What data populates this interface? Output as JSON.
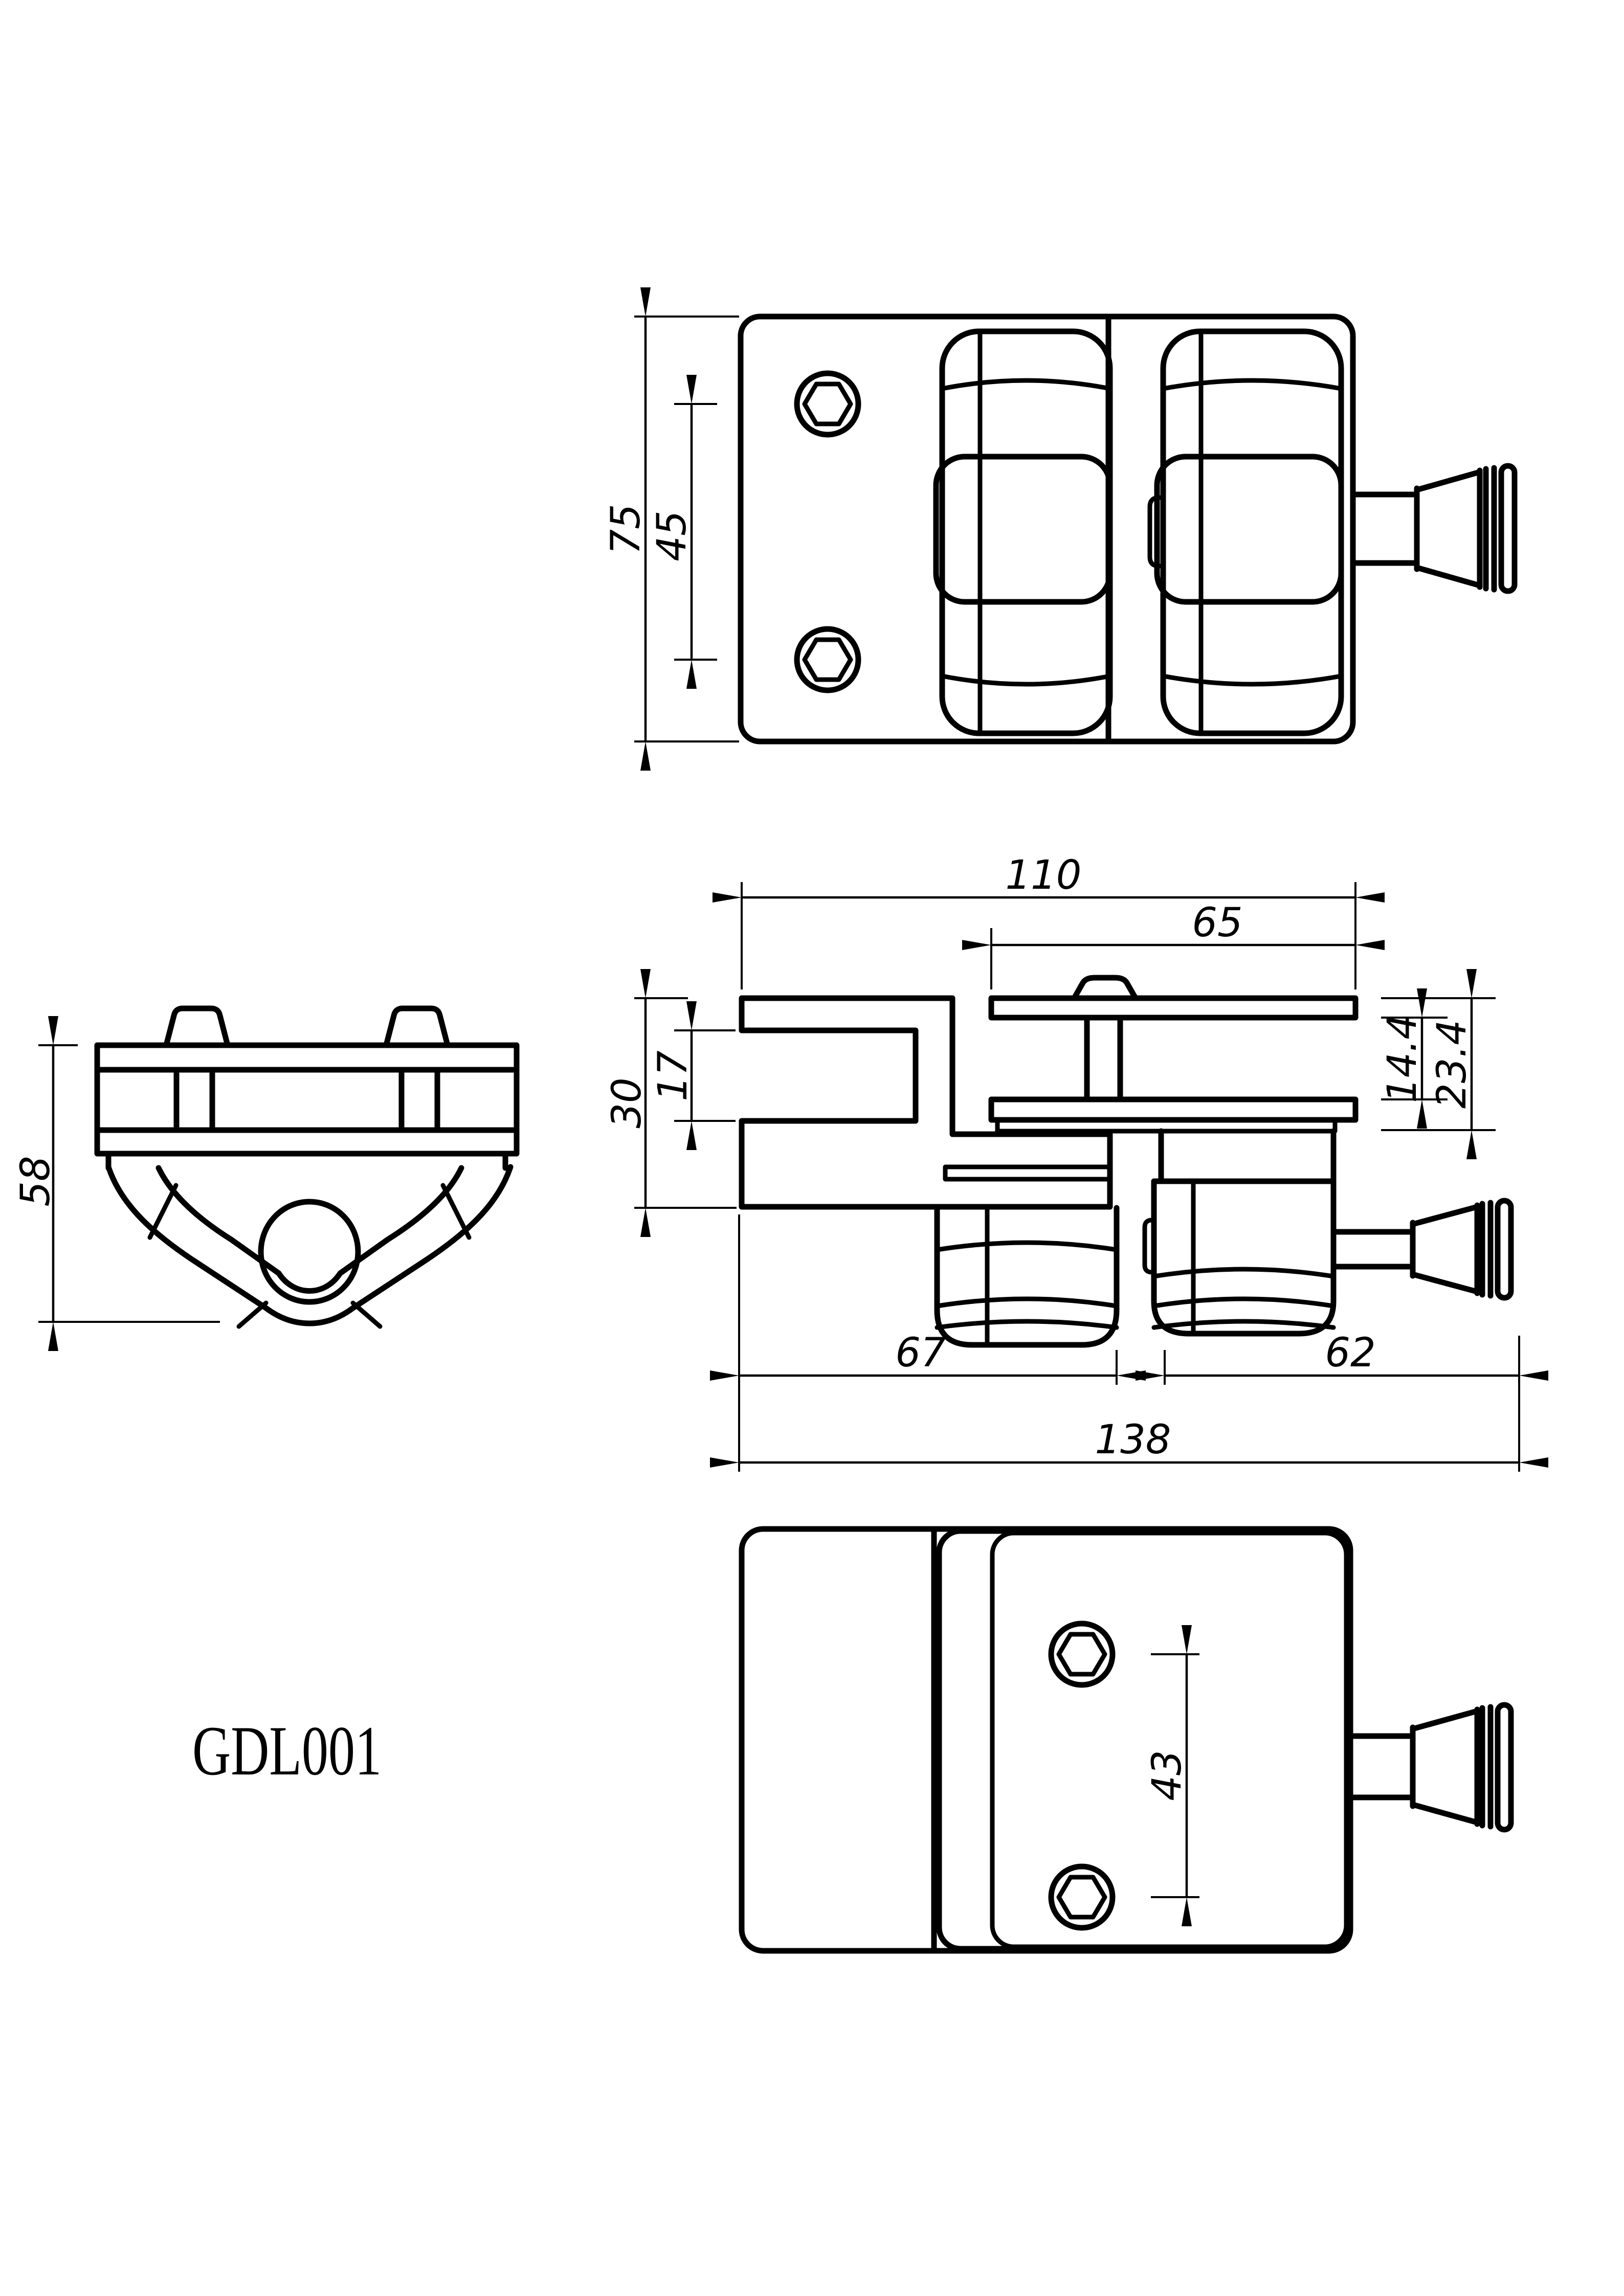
{
  "drawing": {
    "part_number": "GDL001",
    "line_color": "#000000",
    "background_color": "#ffffff",
    "dimensions": {
      "top_view": {
        "overall_height": "75",
        "screw_spacing": "45"
      },
      "side_view": {
        "overall_height": "58"
      },
      "front_view": {
        "overall_width": "110",
        "top_plate_width": "65",
        "clamp_height": "30",
        "clamp_gap": "17",
        "plate_offset_inner": "14.4",
        "plate_offset_outer": "23.4",
        "left_section_width": "67",
        "right_section_width": "62",
        "total_length": "138"
      },
      "bottom_view": {
        "screw_spacing": "43"
      }
    }
  }
}
